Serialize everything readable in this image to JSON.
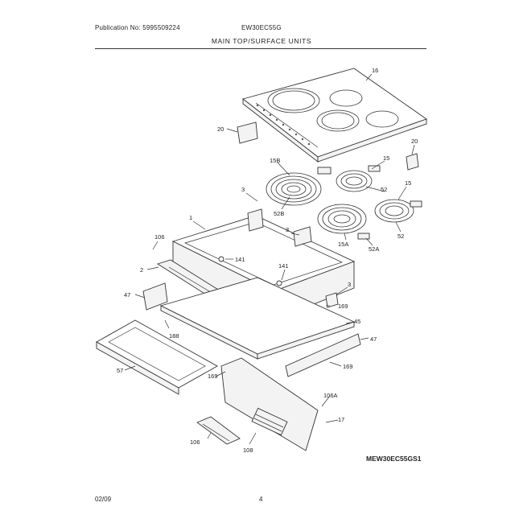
{
  "header": {
    "publication": "Publication No: 5995509224",
    "model": "EW30EC55G",
    "section_title": "MAIN TOP/SURFACE UNITS"
  },
  "footer": {
    "date": "02/09",
    "page": "4"
  },
  "diagram_code": "MEW30EC55GS1",
  "callouts": {
    "c16": "16",
    "c20a": "20",
    "c20b": "20",
    "c15a": "15",
    "c15b": "15",
    "c15B": "15B",
    "c3a": "3",
    "c3b": "3",
    "c3c": "3",
    "c1": "1",
    "c52B": "52B",
    "c52": "52",
    "c52b": "52",
    "c15A": "15A",
    "c52A": "52A",
    "c106a": "106",
    "c141a": "141",
    "c141b": "141",
    "c2": "2",
    "c47a": "47",
    "c47b": "47",
    "c169a": "169",
    "c169b": "169",
    "c169c": "169",
    "c45": "45",
    "c188": "188",
    "c57": "57",
    "c106A": "106A",
    "c17": "17",
    "c106b": "106",
    "c108": "108"
  }
}
